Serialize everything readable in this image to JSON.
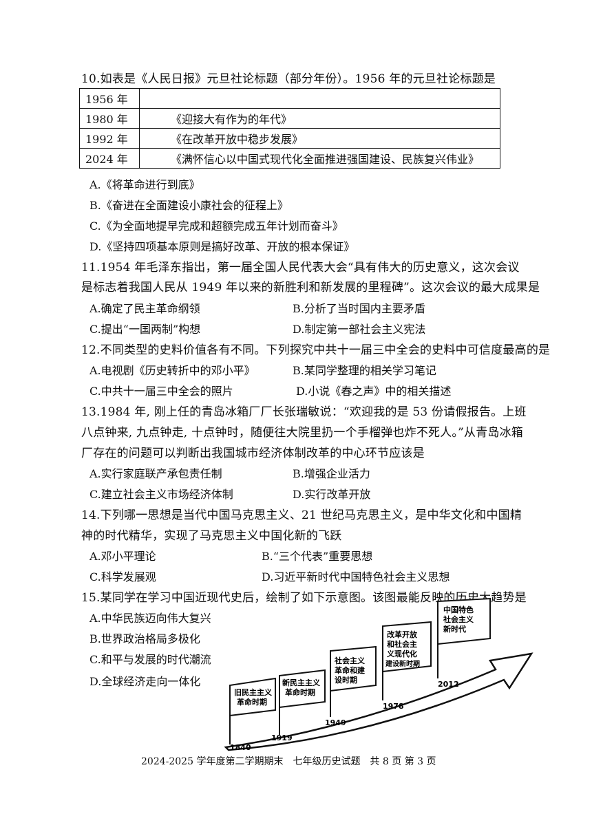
{
  "q10": {
    "stem": "10.如表是《人民日报》元旦社论标题（部分年份）。1956 年的元旦社论标题是",
    "table": [
      {
        "year": "1956 年",
        "title": ""
      },
      {
        "year": "1980 年",
        "title": "《迎接大有作为的年代》"
      },
      {
        "year": "1992 年",
        "title": "《在改革开放中稳步发展》"
      },
      {
        "year": "2024 年",
        "title": "《满怀信心以中国式现代化全面推进强国建设、民族复兴伟业》"
      }
    ],
    "options": [
      "A.《将革命进行到底》",
      "B.《奋进在全面建设小康社会的征程上》",
      "C.《为全面地提早完成和超额完成五年计划而奋斗》",
      "D.《坚持四项基本原则是搞好改革、开放的根本保证》"
    ]
  },
  "q11": {
    "stem_line1": "11.1954 年毛泽东指出，第一届全国人民代表大会“具有伟大的历史意义，这次会议",
    "stem_line2": "是标志着我国人民从 1949 年以来的新胜利和新发展的里程碑”。这次会议的最大成果是",
    "options": [
      "A.确定了民主革命纲领",
      "B.分析了当时国内主要矛盾",
      "C.提出“一国两制”构想",
      "D.制定第一部社会主义宪法"
    ]
  },
  "q12": {
    "stem": "12.不同类型的史料价值各有不同。下列探究中共十一届三中全会的史料中可信度最高的是",
    "options": [
      "A.电视剧《历史转折中的邓小平》",
      "B.某同学整理的相关学习笔记",
      "C.中共十一届三中全会的照片",
      "D.小说《春之声》中的相关描述"
    ]
  },
  "q13": {
    "stem_line1": "13.1984 年, 刚上任的青岛冰箱厂厂长张瑞敏说：“欢迎我的是 53 份请假报告。上班",
    "stem_line2": "八点钟来, 九点钟走, 十点钟时，随便往大院里扔一个手榴弹也炸不死人。”从青岛冰箱",
    "stem_line3": "厂存在的问题可以判断出我国城市经济体制改革的中心环节应该是",
    "options": [
      "A.实行家庭联产承包责任制",
      "B.增强企业活力",
      "C.建立社会主义市场经济体制",
      "D.实行改革开放"
    ]
  },
  "q14": {
    "stem_line1": "14.下列哪一思想是当代中国马克思主义、21 世纪马克思主义，是中华文化和中国精",
    "stem_line2": "神的时代精华，实现了马克思主义中国化新的飞跃",
    "options": [
      "A.邓小平理论",
      "B.“三个代表”重要思想",
      "C.科学发展观",
      "D.习近平新时代中国特色社会主义思想"
    ]
  },
  "q15": {
    "stem": "15.某同学在学习中国近现代史后，绘制了如下示意图。该图最能反映的历史大趋势是",
    "options": [
      "A.中华民族迈向伟大复兴",
      "B.世界政治格局多极化",
      "C.和平与发展的时代潮流",
      "D.全球经济走向一体化"
    ],
    "diagram": {
      "stages": [
        {
          "line1": "旧民主主义",
          "line2": "革命时期",
          "line3": "",
          "line4": ""
        },
        {
          "line1": "新民主主义",
          "line2": "革命时期",
          "line3": "",
          "line4": ""
        },
        {
          "line1": "社会主义",
          "line2": "革命和建",
          "line3": "设时期",
          "line4": ""
        },
        {
          "line1": "改革开放",
          "line2": "和社会主",
          "line3": "义现代化",
          "line4": "建设新时期"
        },
        {
          "line1": "中国特色",
          "line2": "社会主义",
          "line3": "新时代",
          "line4": ""
        }
      ],
      "years": [
        "1840",
        "1919",
        "1949",
        "1978",
        "2012"
      ]
    }
  },
  "footer": "2024-2025 学年度第二学期期末　七年级历史试题　共 8 页 第 3 页"
}
